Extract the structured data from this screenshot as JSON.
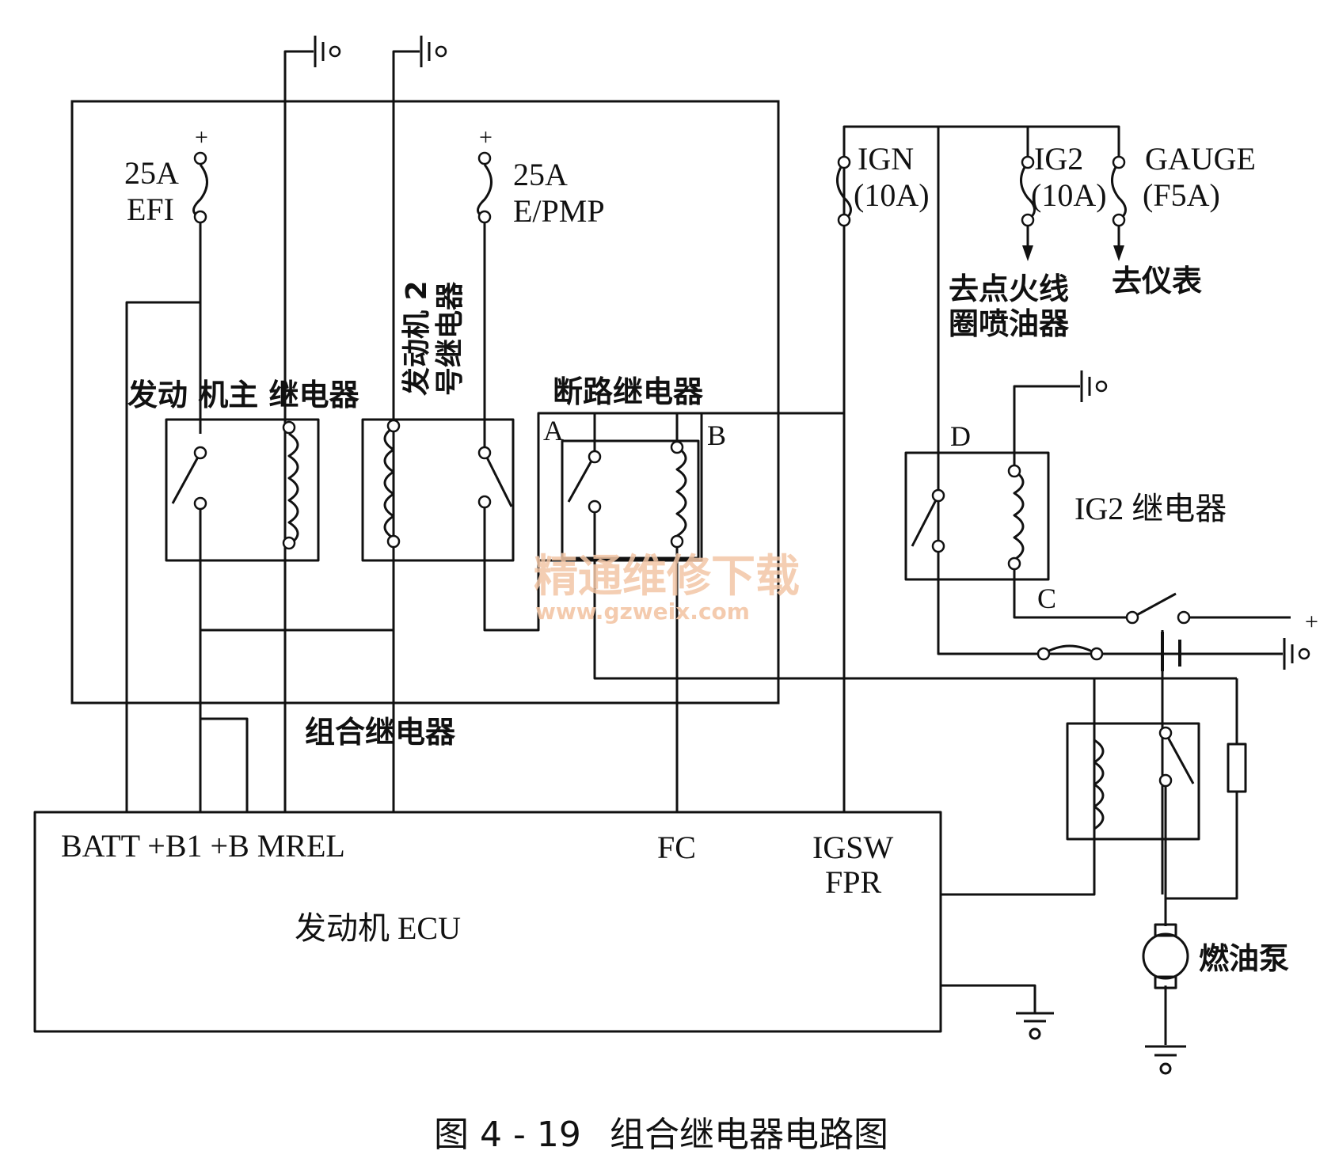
{
  "colors": {
    "line": "#111111",
    "watermark": "#f3c6a6"
  },
  "fuses": {
    "efi_rating": "25A",
    "efi_name": "EFI",
    "efi_plus": "+",
    "epmp_rating": "25A",
    "epmp_name": "E/PMP",
    "epmp_plus": "+",
    "ign_name": "IGN",
    "ign_rating": "(10A)",
    "ig2_name": "IG2",
    "ig2_rating": "(10A)",
    "gauge_name": "GAUGE",
    "gauge_rating": "(F5A)"
  },
  "destinations": {
    "ig2_line1": "去点火线",
    "ig2_line2": "圈喷油器",
    "gauge": "去仪表"
  },
  "relays": {
    "main": "发动 机主 继电器",
    "engine2_line1": "发动机 2",
    "engine2_line2": "号继电器",
    "circuit_opening": "断路继电器",
    "terminal_a": "A",
    "terminal_b": "B",
    "ig2": "IG2 继电器",
    "terminal_c": "C",
    "terminal_d": "D"
  },
  "box_label": "组合继电器",
  "ecu": {
    "title": "发动机 ECU",
    "pins_left": "BATT +B1 +B MREL",
    "pin_fc": "FC",
    "pin_igsw": "IGSW",
    "pin_fpr": "FPR"
  },
  "ignition_plus": "+",
  "fuel_pump": "燃油泵",
  "watermark": {
    "line1": "精通维修下载",
    "line2": "www.gzweix.com"
  },
  "caption": {
    "number": "图 4 - 19",
    "title": "组合继电器电路图"
  }
}
